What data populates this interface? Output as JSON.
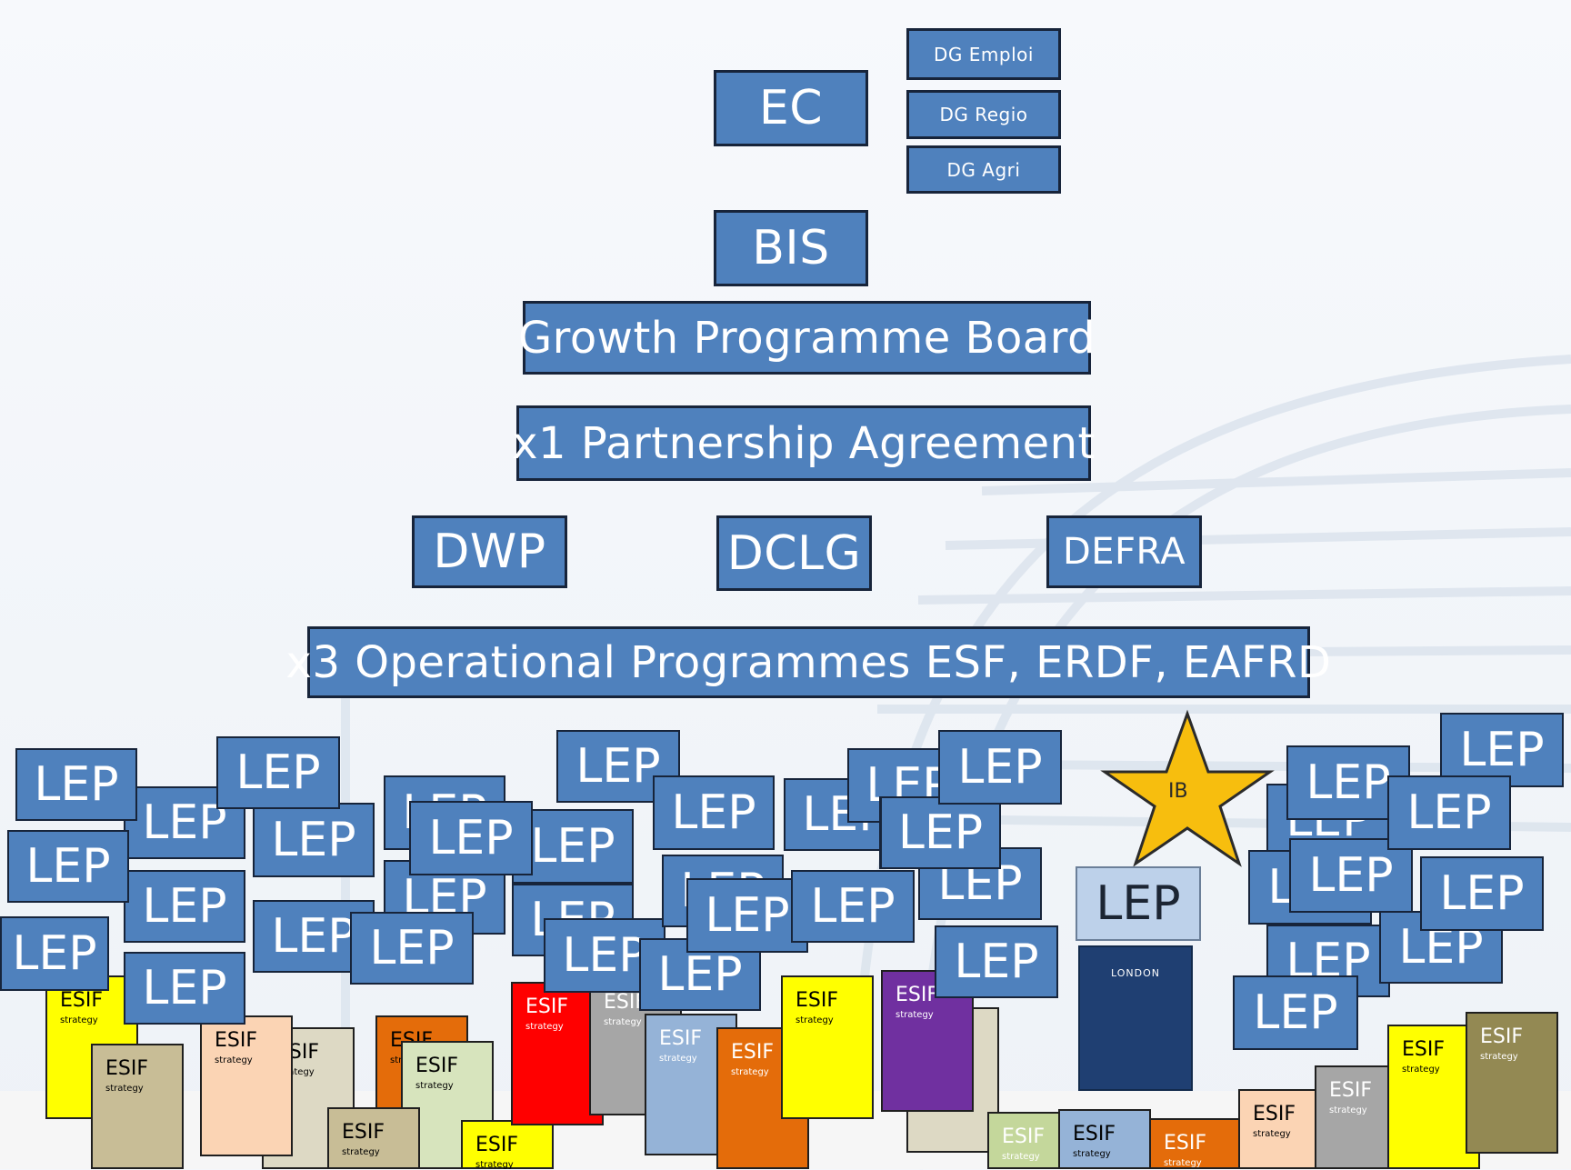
{
  "diagram": {
    "top": {
      "ec": "EC",
      "dg": [
        "DG Emploi",
        "DG Regio",
        "DG Agri"
      ],
      "bis": "BIS",
      "growth_board": "Growth Programme Board",
      "partnership": "x1 Partnership Agreement",
      "departments": [
        "DWP",
        "DCLG",
        "DEFRA"
      ],
      "operational": "x3 Operational Programmes ESF, ERDF, EAFRD"
    },
    "lep_label": "LEP",
    "ib_label": "IB",
    "esif": {
      "title": "ESIF",
      "subtitle": "strategy"
    },
    "london_doc_title": "LONDON",
    "colors": {
      "box": "#4f81bd",
      "border": "#17243a",
      "star": "#f7be0e",
      "london_lep": "#bdd1ea",
      "london_doc": "#1f3f72",
      "esif": [
        "#ffff00",
        "#c8bd96",
        "#fbd4b4",
        "#ddd9c4",
        "#e46c0a",
        "#d7e4bd",
        "#ff0000",
        "#a6a6a6",
        "#95b3d7",
        "#7030a0",
        "#938953",
        "#c4d79b"
      ]
    }
  }
}
